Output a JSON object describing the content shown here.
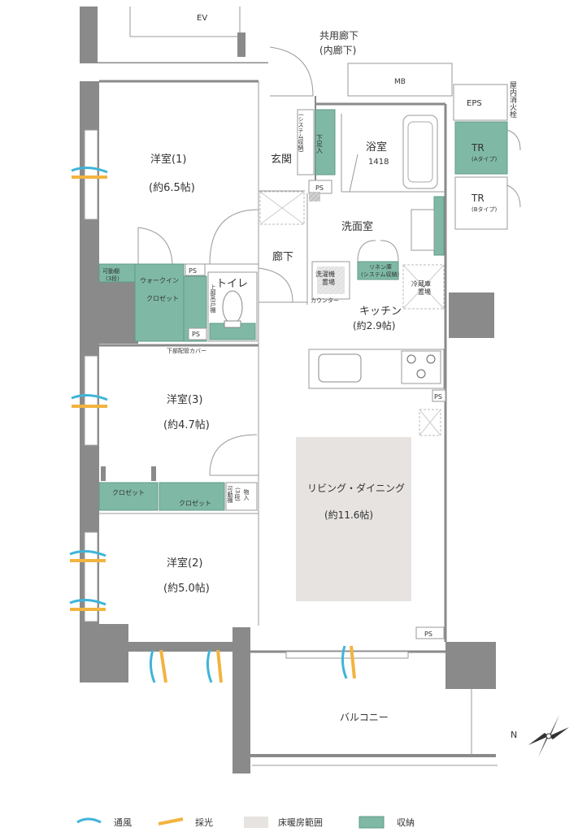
{
  "labels": {
    "ev": "EV",
    "corridor": "共用廊下",
    "corridor_sub": "(内廊下)",
    "mb": "MB",
    "eps": "EPS",
    "hydrant": "屋内消火栓",
    "tr_a": "TR",
    "tr_a_sub": "(Aタイプ)",
    "tr_b": "TR",
    "tr_b_sub": "(Bタイプ)",
    "room1": "洋室(1)",
    "room1_size": "(約6.5帖)",
    "room2": "洋室(2)",
    "room2_size": "(約5.0帖)",
    "room3": "洋室(3)",
    "room3_size": "(約4.7帖)",
    "entrance": "玄関",
    "shoe_storage": "下足入",
    "system_storage": "(システム収納)",
    "bath": "浴室",
    "bath_size": "1418",
    "washroom": "洗面室",
    "hallway": "廊下",
    "toilet": "トイレ",
    "toilet_shelf": "上部吊戸棚",
    "movable_shelf_3": "可動棚",
    "movable_shelf_3_sub": "(3段)",
    "walk_in": "ウォークイン",
    "closet": "クロゼット",
    "closet_a": "クロゼット",
    "closet_b": "クロゼット",
    "movable_store": "可動棚",
    "movable_store_2": "物入",
    "movable_store_sub": "(3段)",
    "ps": "PS",
    "lower_pipe": "下部配管カバー",
    "washer": "洗濯機",
    "washer_sub": "置場",
    "linen": "リネン庫",
    "linen_sub": "(システム収納)",
    "counter": "カウンター",
    "fridge": "冷蔵庫",
    "fridge_sub": "置場",
    "kitchen": "キッチン",
    "kitchen_size": "(約2.9帖)",
    "living": "リビング・ダイニング",
    "living_size": "(約11.6帖)",
    "balcony": "バルコニー",
    "north": "N"
  },
  "legend": {
    "wind": "通風",
    "light": "採光",
    "floor_heating": "床暖房範囲",
    "storage": "収納"
  },
  "colors": {
    "storage": "#7fb9a5",
    "floor_heating": "#e6e3e0",
    "wind": "#3fb4d8",
    "light": "#f2b440",
    "wall": "#8a8a8a"
  }
}
